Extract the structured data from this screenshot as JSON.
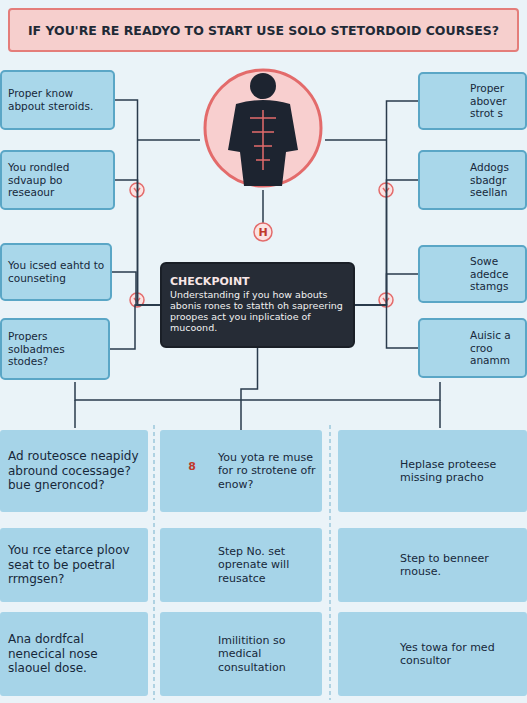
{
  "diagram": {
    "title": "IF YOU'RE RE READYO TO START USE SOLO STETORDOID COURSES?",
    "nodes": [
      {
        "text": [
          "Proper know abpout steroids."
        ]
      },
      {
        "text": [
          "Proper abover strot s"
        ]
      },
      {
        "text": [
          "You rondled sdvaup bo reseaour"
        ]
      },
      {
        "text": [
          "Addogs sbadgr seellan"
        ]
      },
      {
        "text": [
          "You icsed eahtd to counseting"
        ]
      },
      {
        "text": [
          "CHECKPOINT",
          "Understanding if you how abouts abonis rones to statth oh sapreering proopes act you inplicatioe of mucoond."
        ]
      },
      {
        "text": [
          "Sowe adedce stamgs"
        ]
      },
      {
        "text": [
          "Propers solbadmes stodes?"
        ]
      },
      {
        "text": [
          "Auisic a croo anamm"
        ]
      },
      {
        "text": [
          "Ad routeosce neapidy abround cocessage? bue gneroncod?"
        ]
      },
      {
        "text": [
          "You yota re muse for ro strotene ofr enow?"
        ]
      },
      {
        "text": [
          "Heplase proteese missing pracho"
        ]
      },
      {
        "text": [
          "You rce etarce ploov seat to be poetral rrmgsen?"
        ]
      },
      {
        "text": [
          "Step No. set oprenate will reusatce"
        ]
      },
      {
        "text": [
          "Step to benneer rnouse."
        ]
      },
      {
        "text": [
          "Ana dordfcal nenecical nose slaouel dose."
        ]
      },
      {
        "text": [
          "Imilitition so medical consultation"
        ]
      },
      {
        "text": [
          "Yes towa for med consultor"
        ]
      }
    ],
    "edges": [
      {
        "from": 0,
        "to": 5,
        "arrow": "none"
      },
      {
        "from": 2,
        "to": 5,
        "arrow": "none"
      },
      {
        "from": 4,
        "to": 5,
        "arrow": "none"
      },
      {
        "from": 7,
        "to": 5,
        "arrow": "none"
      },
      {
        "from": 1,
        "to": 5,
        "arrow": "none"
      },
      {
        "from": 3,
        "to": 5,
        "arrow": "none"
      },
      {
        "from": 6,
        "to": 5,
        "arrow": "none"
      },
      {
        "from": 8,
        "to": 5,
        "arrow": "none"
      },
      {
        "from": 5,
        "to": 10,
        "arrow": "none"
      }
    ],
    "labels": [
      "H",
      "8"
    ]
  }
}
